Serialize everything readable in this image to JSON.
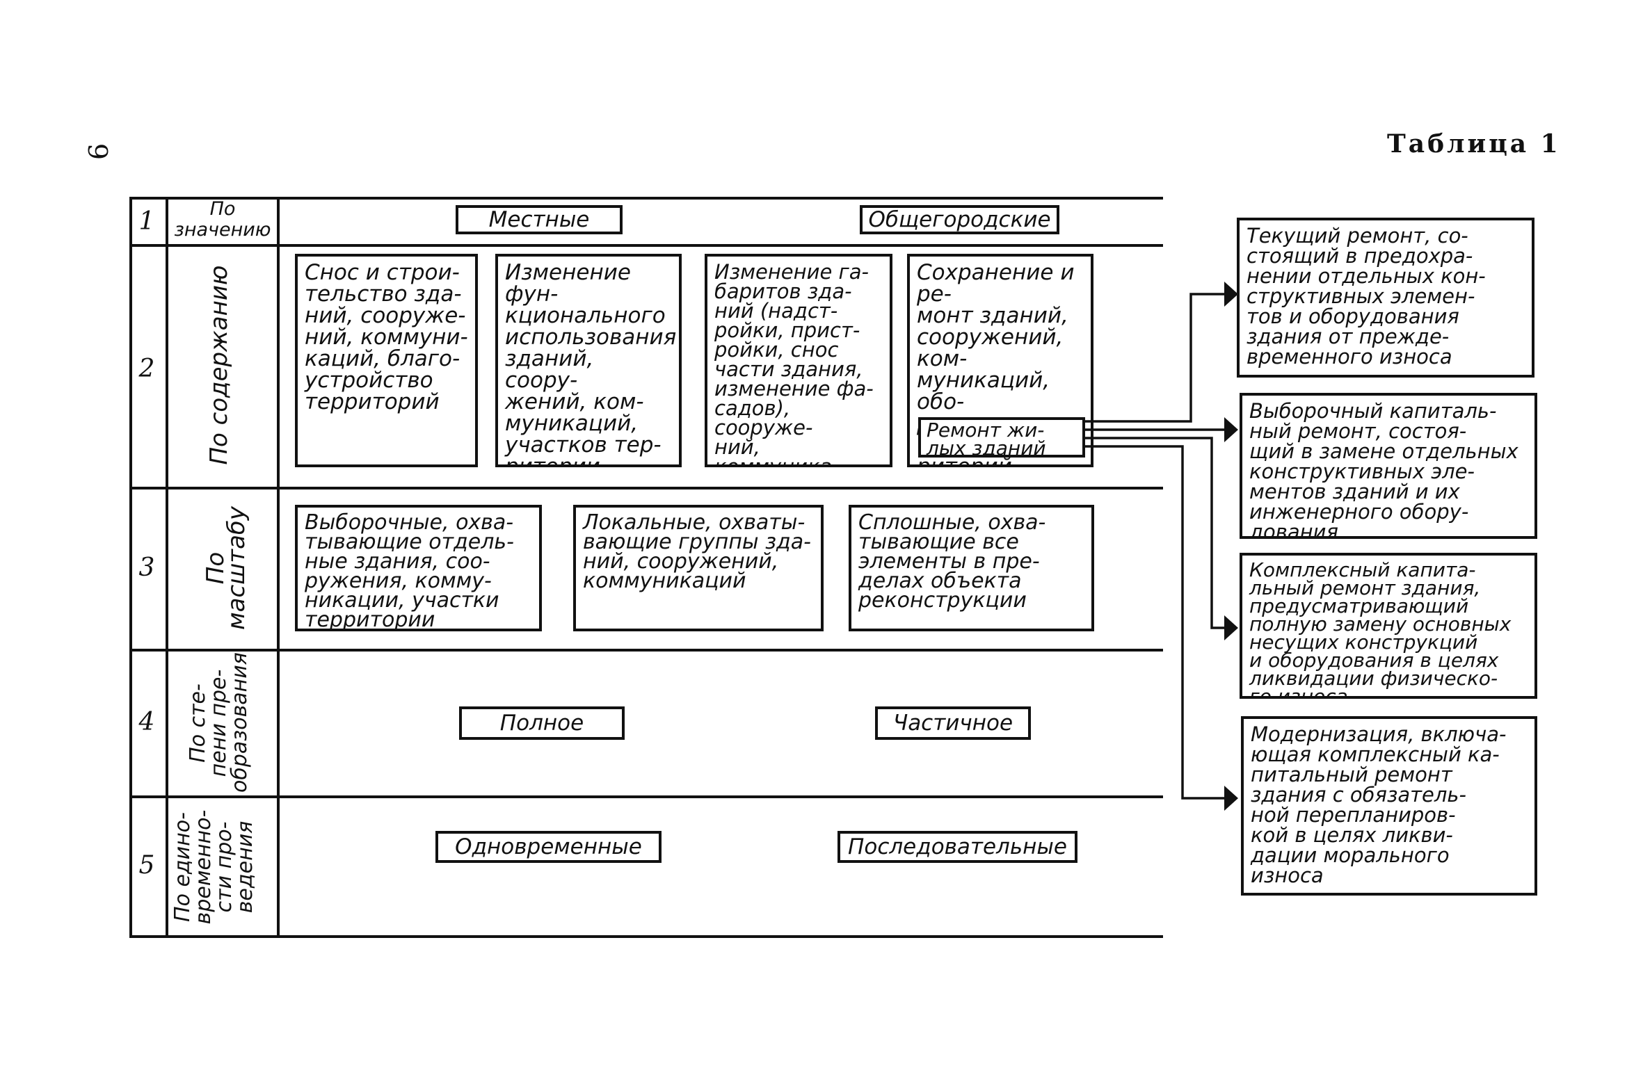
{
  "page_number": "9",
  "table_title": "Таблица 1",
  "rows": [
    {
      "num": "1",
      "category": "По\nзначению",
      "labels": [
        "Местные",
        "Общегородские"
      ]
    },
    {
      "num": "2",
      "category": "По содержанию",
      "boxes": [
        "Снос и строи-\nтельство зда-\nний, сооруже-\nний, коммуни-\nкаций, благо-\nустройство\nтерриторий",
        "Изменение фун-\nкционального\nиспользования\nзданий, соору-\nжений, ком-\nмуникаций,\nучастков тер-\nритории",
        "Изменение га-\nбаритов зда-\nний (надст-\nройки, прист-\nройки, снос\nчасти здания,\nизменение фа-\nсадов), сооруже-\nний, коммуника-\nций, участков\nтерритории",
        "Сохранение и ре-\nмонт зданий,\nсооружений, ком-\nмуникаций, обо-\nрудования тер-\nриторий"
      ],
      "sub_box": "Ремонт жи-\nлых зданий"
    },
    {
      "num": "3",
      "category": "По масштабу",
      "boxes": [
        "Выборочные, охва-\nтывающие отдель-\nные здания, соо-\nружения, комму-\nникации, участки\nтерритории",
        "Локальные, охваты-\nвающие группы зда-\nний, сооружений,\nкоммуникаций",
        "Сплошные, охва-\nтывающие все\nэлементы в пре-\nделах объекта\nреконструкции"
      ]
    },
    {
      "num": "4",
      "category": "По сте-\nпени пре-\nобразования",
      "labels": [
        "Полное",
        "Частичное"
      ]
    },
    {
      "num": "5",
      "category": "По едино-\nвременно-\nсти про-\nведения",
      "labels": [
        "Одновременные",
        "Последовательные"
      ]
    }
  ],
  "repair_types": [
    "Текущий ремонт, со-\nстоящий в предохра-\nнении отдельных кон-\nструктивных элемен-\nтов и оборудования\nздания от прежде-\nвременного износа",
    "Выборочный капиталь-\nный ремонт, состоя-\nщий в замене отдельных\nконструктивных эле-\nментов зданий и их\nинженерного обору-\nдования",
    "Комплексный капита-\nльный ремонт здания,\nпредусматривающий\nполную замену основных\nнесущих конструкций\nи оборудования в целях\nликвидации физическо-\nго износа",
    "Модернизация, включа-\nющая комплексный ка-\nпитальный ремонт\nздания с обязатель-\nной перепланиров-\nкой в целях ликви-\nдации морального\nизноса"
  ]
}
